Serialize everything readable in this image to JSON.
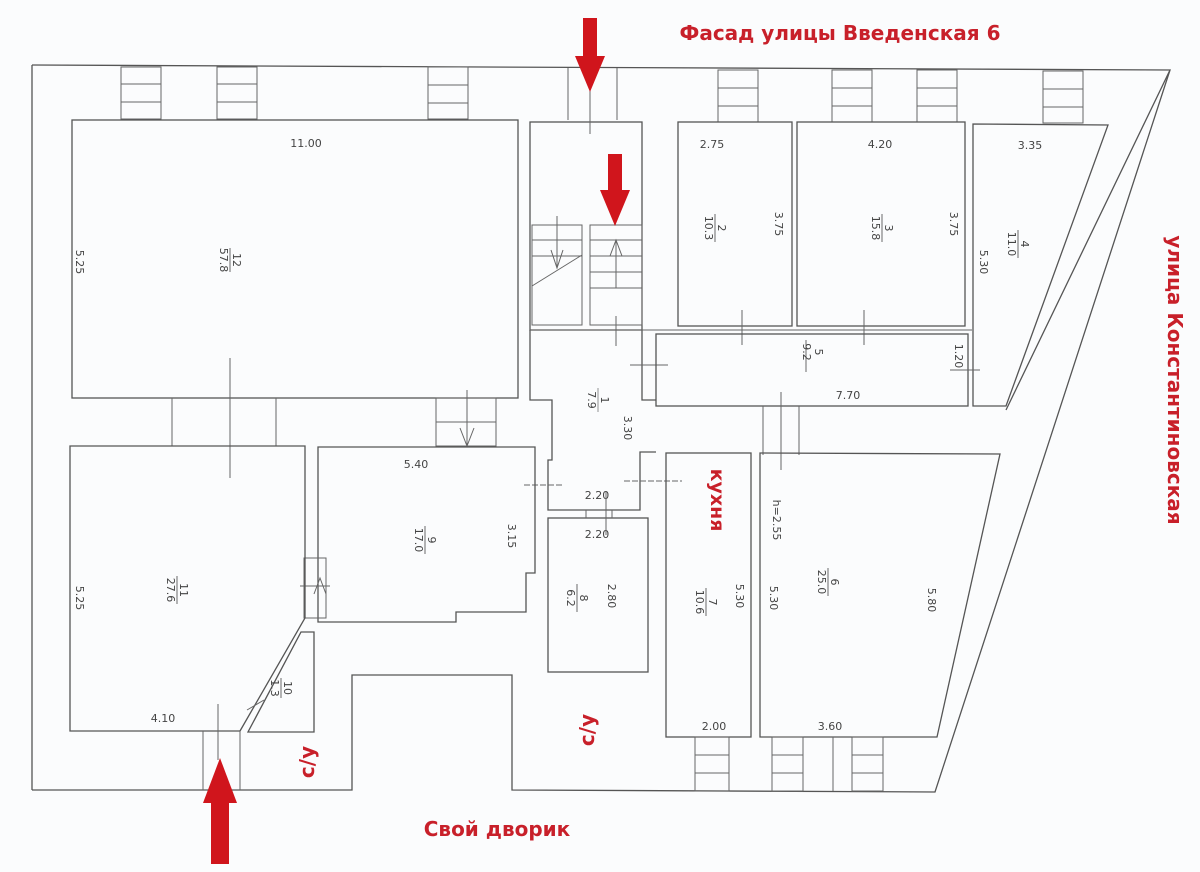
{
  "labels": {
    "facade": "Фасад улицы Введенская 6",
    "side_street": "улица Константиновская",
    "courtyard": "Свой дворик",
    "kitchen": "кухня",
    "wc1": "с/у",
    "wc2": "с/у"
  },
  "colors": {
    "accent_red": "#c8202a",
    "arrow_red": "#d0151c",
    "wall": "#555555",
    "background": "#fbfcfd"
  },
  "rooms": [
    {
      "id": "1",
      "number": "1",
      "area": "7.9",
      "dims": [
        "3.30",
        "2.20"
      ]
    },
    {
      "id": "2",
      "number": "2",
      "area": "10.3",
      "dims": [
        "2.75",
        "3.75"
      ]
    },
    {
      "id": "3",
      "number": "3",
      "area": "15.8",
      "dims": [
        "4.20",
        "3.75"
      ]
    },
    {
      "id": "4",
      "number": "4",
      "area": "11.0",
      "dims": [
        "3.35",
        "5.30"
      ]
    },
    {
      "id": "5",
      "number": "5",
      "area": "9.2",
      "dims": [
        "7.70",
        "1.20"
      ]
    },
    {
      "id": "6",
      "number": "6",
      "area": "25.0",
      "dims": [
        "h=2.55",
        "5.30",
        "5.80",
        "3.60"
      ]
    },
    {
      "id": "7",
      "number": "7",
      "area": "10.6",
      "dims": [
        "5.30",
        "2.00"
      ]
    },
    {
      "id": "8",
      "number": "8",
      "area": "6.2",
      "dims": [
        "2.20",
        "2.80"
      ]
    },
    {
      "id": "9",
      "number": "9",
      "area": "17.0",
      "dims": [
        "5.40",
        "3.15"
      ]
    },
    {
      "id": "10",
      "number": "10",
      "area": "1.3",
      "dims": []
    },
    {
      "id": "11",
      "number": "11",
      "area": "27.6",
      "dims": [
        "5.25",
        "4.10"
      ]
    },
    {
      "id": "12",
      "number": "12",
      "area": "57.8",
      "dims": [
        "11.00",
        "5.25"
      ]
    }
  ],
  "entrances": [
    {
      "name": "facade-entrance",
      "direction": "down"
    },
    {
      "name": "stair-entrance",
      "direction": "down"
    },
    {
      "name": "courtyard-entrance",
      "direction": "up"
    }
  ]
}
